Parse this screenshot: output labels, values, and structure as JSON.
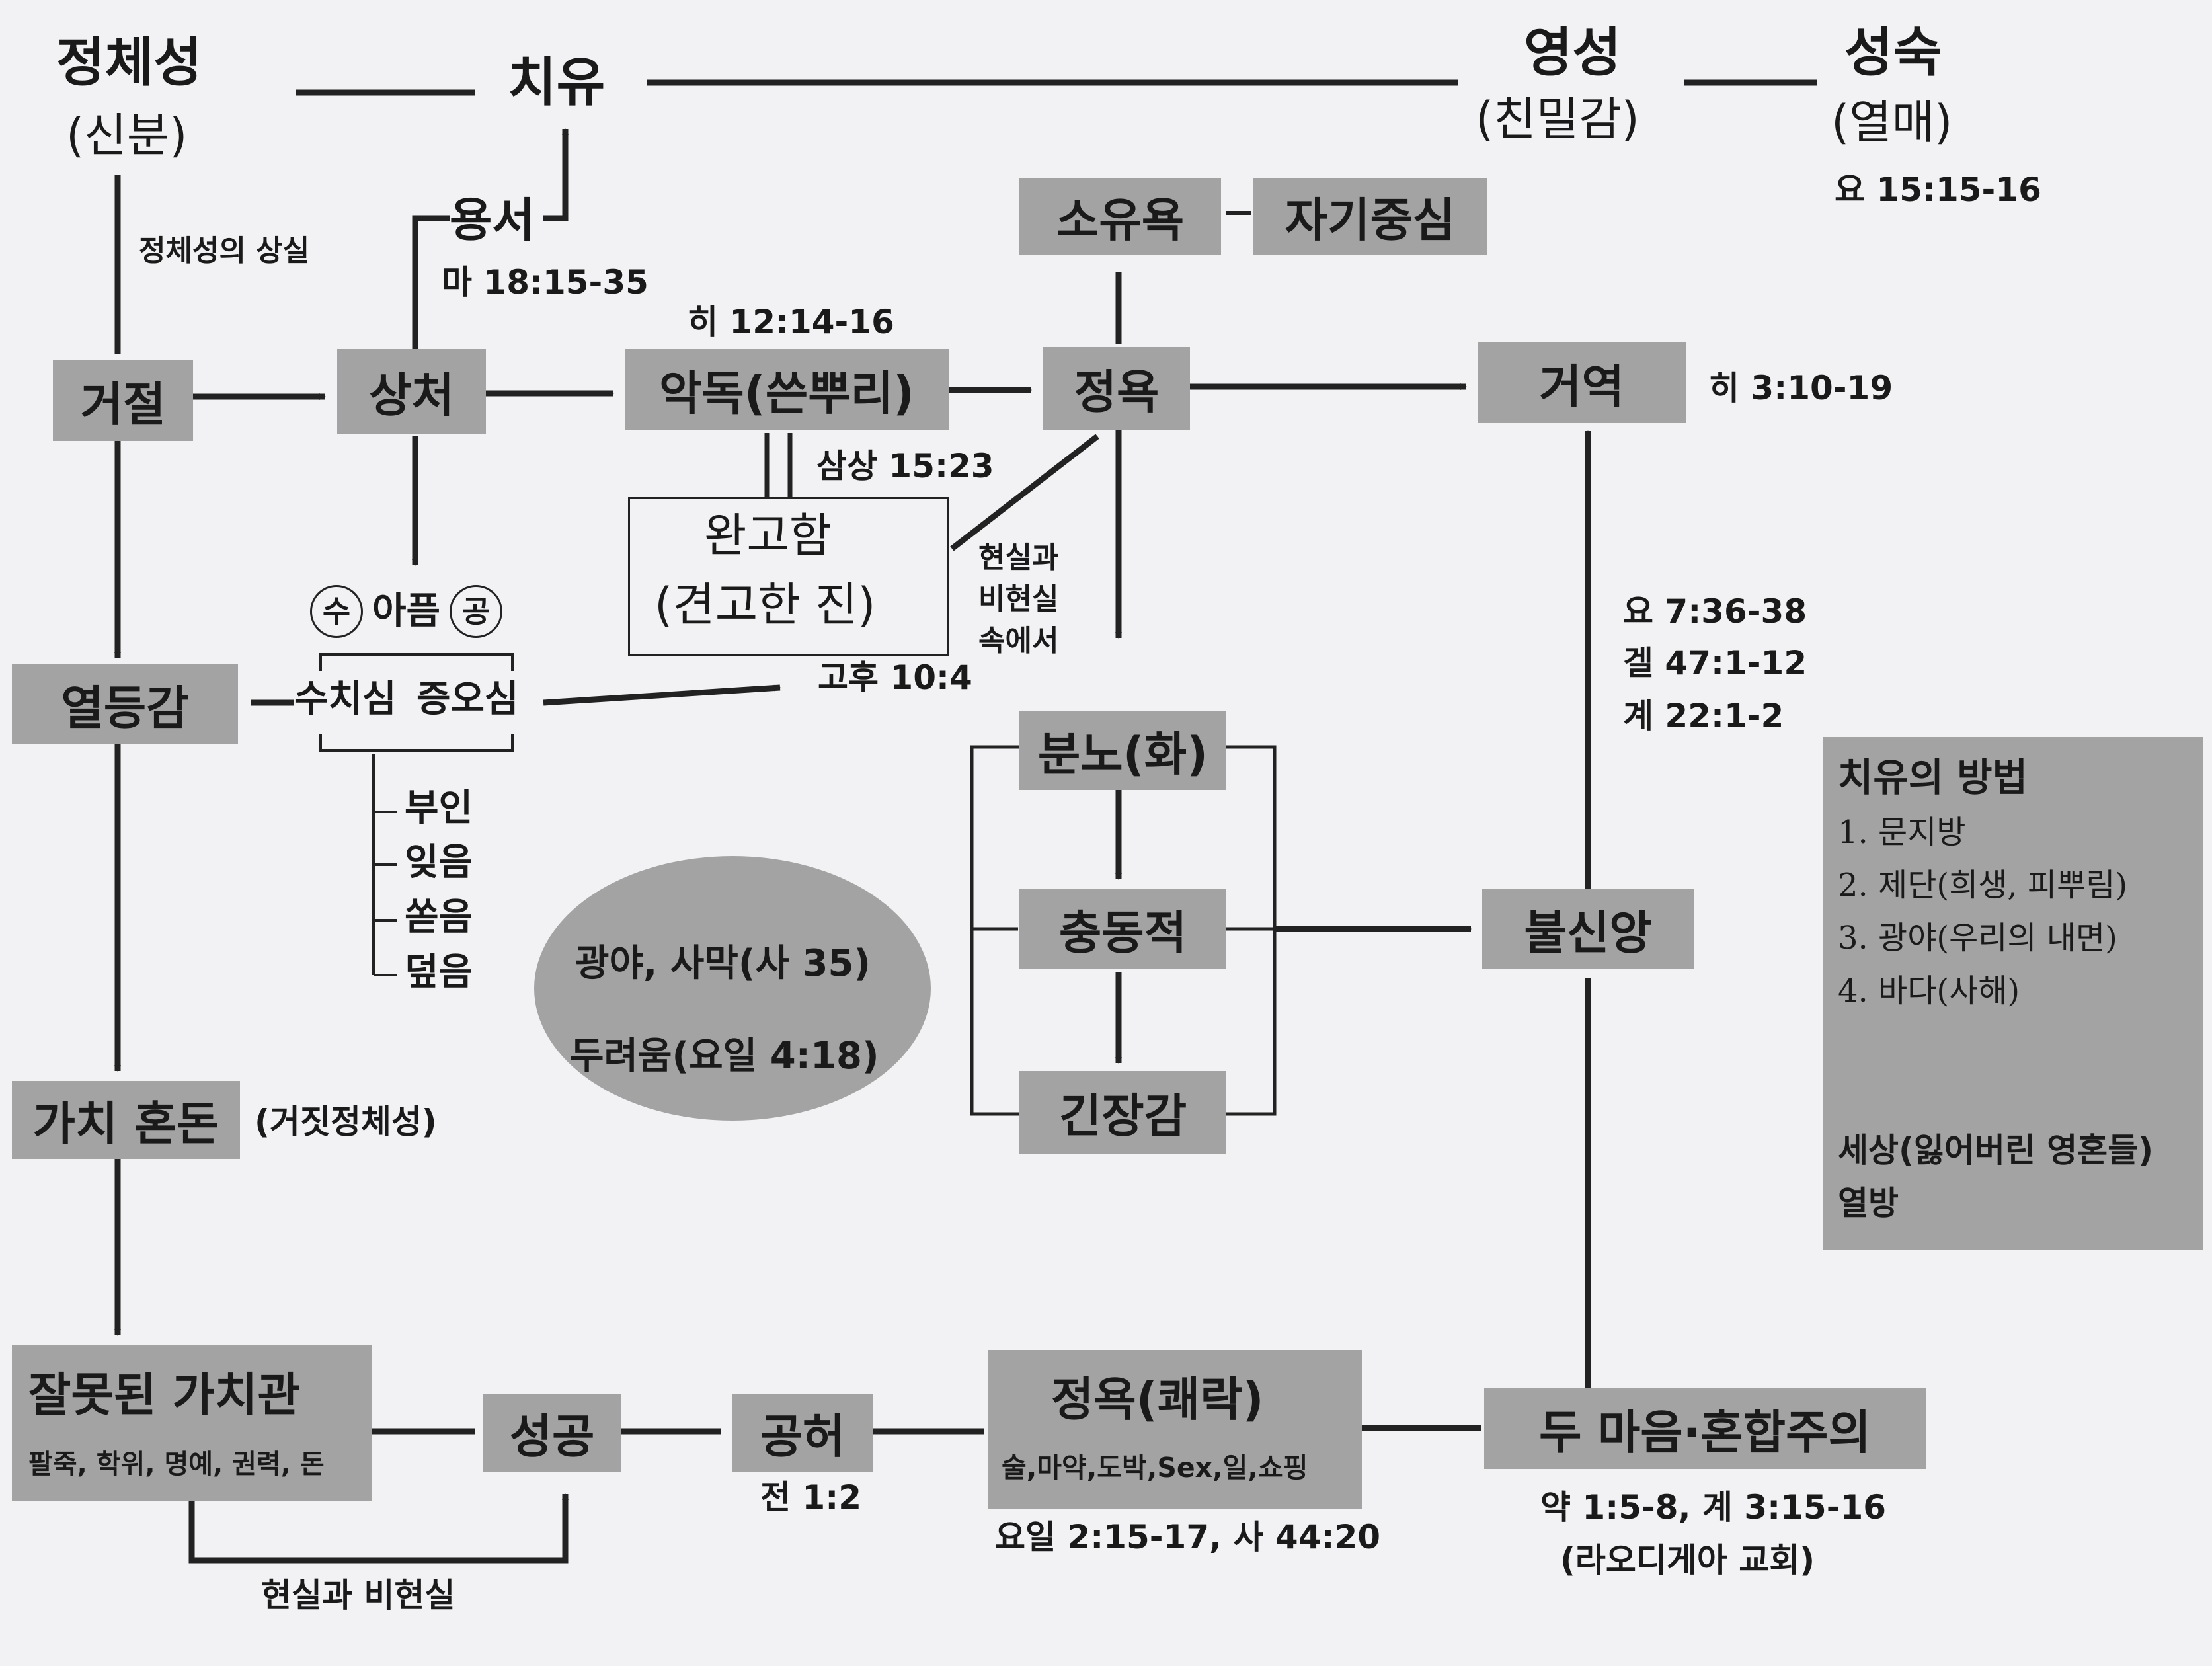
{
  "top": {
    "identity": "정체성",
    "identity_sub": "(신분)",
    "healing": "치유",
    "spirituality": "영성",
    "spirituality_sub": "(친밀감)",
    "maturity": "성숙",
    "maturity_sub": "(열매)",
    "maturity_ref": "요 15:15-16"
  },
  "labels": {
    "loss_of_identity": "정체성의 상실",
    "forgiveness": "용서",
    "forgiveness_ref": "마 18:15-35",
    "heb_12": "히 12:14-16",
    "sam_15": "삼상 15:23",
    "reality_a": "현실과",
    "reality_b": "비현실",
    "reality_c": "속에서",
    "cor_10": "고후 10:4",
    "heb_3": "히 3:10-19",
    "john_7": "요 7:36-38",
    "ezek_47": "겔 47:1-12",
    "rev_22": "계 22:1-2",
    "false_identity": "(거짓정체성)",
    "values_detail": "팔죽, 학위, 명예, 권력, 돈",
    "reality_unreality": "현실과 비현실",
    "eccl_1": "전 1:2",
    "lust_detail": "술,마약,도박,Sex,일,쇼핑",
    "lust_refs": "요일 2:15-17, 사 44:20",
    "double_refs": "약 1:5-8, 계 3:15-16",
    "laodicea": "(라오디게아 교회)"
  },
  "nodes": {
    "rejection": "거절",
    "hurt": "상처",
    "poison": "악독(쓴뿌리)",
    "lust": "정욕",
    "rebellion": "거역",
    "possessiveness": "소유욕",
    "selfcentered": "자기중심",
    "inferiority": "열등감",
    "value_confusion": "가치 혼돈",
    "wrong_values": "잘못된 가치관",
    "success": "성공",
    "emptiness": "공허",
    "lust_pleasure": "정욕(쾌락)",
    "double_mind": "두 마음·혼합주의",
    "unbelief": "불신앙",
    "anger": "분노(화)",
    "impulsive": "충동적",
    "tension": "긴장감"
  },
  "stubborn": {
    "title": "완고함",
    "sub": "(견고한 진)"
  },
  "pain": {
    "circle_left": "수",
    "label": "아픔",
    "circle_right": "공"
  },
  "shame": {
    "shame": "수치심",
    "hatred": "증오심"
  },
  "responses": [
    "부인",
    "잊음",
    "쏟음",
    "덮음"
  ],
  "ellipse": {
    "line1": "광야, 사막(사 35)",
    "line2": "두려움(요일 4:18)"
  },
  "methods": {
    "title": "치유의 방법",
    "items": [
      "1. 문지방",
      "2. 제단(희생, 피뿌림)",
      "3. 광야(우리의 내면)",
      "4. 바다(사해)"
    ],
    "result1": "세상(잃어버린 영혼들)",
    "result2": "열방"
  }
}
